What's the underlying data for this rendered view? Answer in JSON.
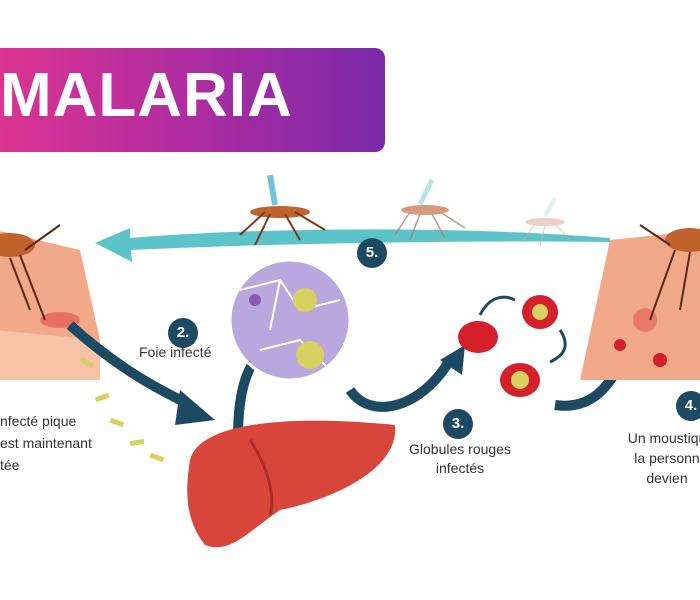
{
  "title": "MALARIA",
  "steps": [
    {
      "number": "5.",
      "label": ""
    },
    {
      "number": "2.",
      "label": "Foie infecté"
    },
    {
      "number": "3.",
      "label_lines": [
        "Globules rouges",
        "infectés"
      ]
    },
    {
      "number": "4.",
      "label_lines": [
        "Un moustiqu",
        "la personn",
        "devien"
      ]
    }
  ],
  "step1_text": [
    "nfecté pique",
    "est maintenant",
    "tée"
  ],
  "colors": {
    "banner_start": "#e0358f",
    "banner_end": "#7a2aa8",
    "arrow_teal": "#5cc4c8",
    "arrow_navy": "#1d4a63",
    "liver": "#d8453a",
    "skin": "#f1a98a"
  }
}
